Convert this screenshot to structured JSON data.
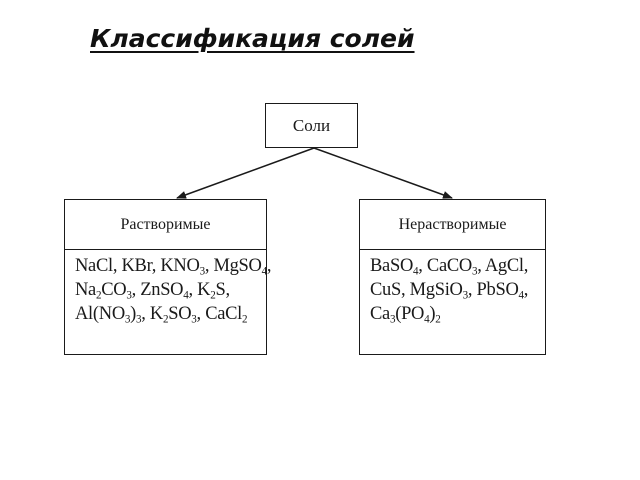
{
  "title": "Классификация солей",
  "root": {
    "label": "Соли"
  },
  "groups": [
    {
      "id": "soluble",
      "title": "Растворимые",
      "lines": [
        [
          [
            "NaCl, KBr, KNO",
            ""
          ],
          [
            "3",
            "sub"
          ],
          [
            ", MgSO",
            ""
          ],
          [
            "4",
            "sub"
          ],
          [
            ",",
            ""
          ]
        ],
        [
          [
            "Na",
            ""
          ],
          [
            "2",
            "sub"
          ],
          [
            "CO",
            ""
          ],
          [
            "3",
            "sub"
          ],
          [
            ", ZnSO",
            ""
          ],
          [
            "4",
            "sub"
          ],
          [
            ", K",
            ""
          ],
          [
            "2",
            "sub"
          ],
          [
            "S,",
            ""
          ]
        ],
        [
          [
            "Al(NO",
            ""
          ],
          [
            "3",
            "sub"
          ],
          [
            ")",
            ""
          ],
          [
            "3",
            "sub"
          ],
          [
            ", K",
            ""
          ],
          [
            "2",
            "sub"
          ],
          [
            "SO",
            ""
          ],
          [
            "3",
            "sub"
          ],
          [
            ", CaCl",
            ""
          ],
          [
            "2",
            "sub"
          ]
        ]
      ]
    },
    {
      "id": "insoluble",
      "title": "Нерастворимые",
      "lines": [
        [
          [
            "BaSO",
            ""
          ],
          [
            "4",
            "sub"
          ],
          [
            ", CaCO",
            ""
          ],
          [
            "3",
            "sub"
          ],
          [
            ", AgCl,",
            ""
          ]
        ],
        [
          [
            "CuS, MgSiO",
            ""
          ],
          [
            "3",
            "sub"
          ],
          [
            ", PbSO",
            ""
          ],
          [
            "4",
            "sub"
          ],
          [
            ",",
            ""
          ]
        ],
        [
          [
            "Ca",
            ""
          ],
          [
            "3",
            "sub"
          ],
          [
            "(PO",
            ""
          ],
          [
            "4",
            "sub"
          ],
          [
            ")",
            ""
          ],
          [
            "2",
            "sub"
          ]
        ]
      ]
    }
  ],
  "colors": {
    "stroke": "#1a1a1a",
    "text": "#111111",
    "background": "#ffffff"
  }
}
